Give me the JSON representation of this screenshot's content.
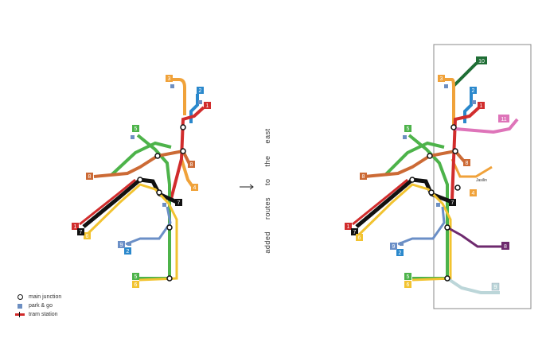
{
  "caption": {
    "words": [
      "added",
      "routes",
      "to",
      "the",
      "east"
    ]
  },
  "legend": {
    "items": [
      {
        "symbol": "junction",
        "label": "main junction"
      },
      {
        "symbol": "park",
        "label": "park & go"
      },
      {
        "symbol": "tram",
        "label": "tram station"
      }
    ]
  },
  "colors": {
    "red": "#d12d2d",
    "orange": "#f0a23a",
    "blue": "#2a88cc",
    "green": "#4db34a",
    "brown": "#cc6a35",
    "black": "#111111",
    "yellow": "#f2c330",
    "grayblue": "#6b8fc7",
    "darkgreen": "#1f6e35",
    "pink": "#de74b9",
    "purple": "#6e2a6e",
    "lightcyan": "#bcd6d9",
    "frame": "#888888",
    "park": "#6d8fc2"
  },
  "line_numbers": {
    "left": [
      "1",
      "2",
      "3",
      "4",
      "5",
      "6",
      "7",
      "8",
      "9"
    ],
    "right": [
      "1",
      "2",
      "3",
      "4",
      "5",
      "6",
      "7",
      "8",
      "9",
      "10",
      "11"
    ]
  },
  "latin_labels": {
    "highway_sign": "Jasilin"
  }
}
